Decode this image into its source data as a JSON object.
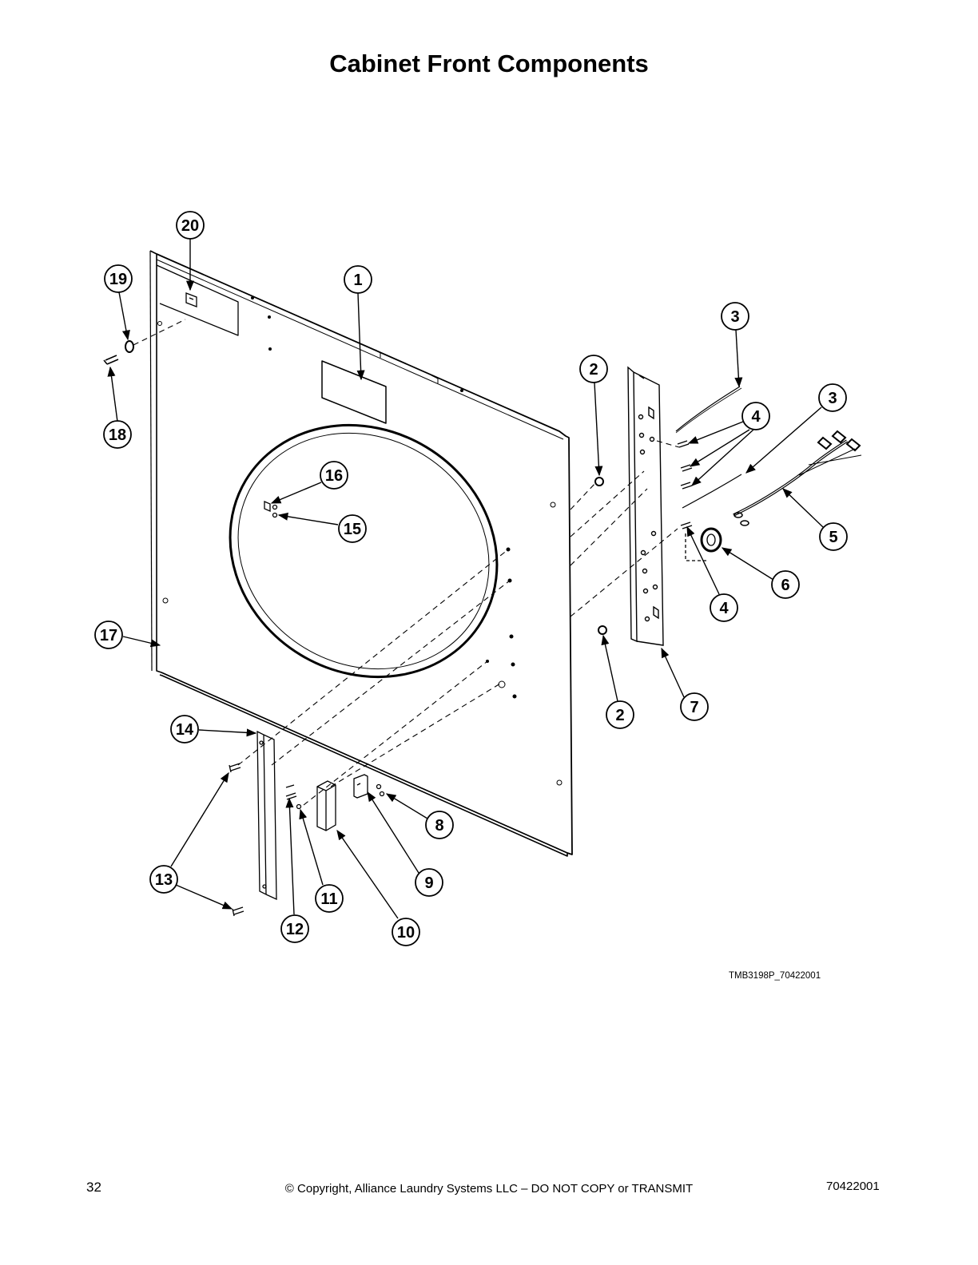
{
  "page": {
    "title": "Cabinet Front Components",
    "drawing_id": "TMB3198P_70422001",
    "page_number": "32",
    "copyright": "© Copyright, Alliance Laundry Systems LLC – DO NOT COPY or TRANSMIT",
    "document_number": "70422001"
  },
  "callouts": [
    {
      "id": "c20",
      "label": "20"
    },
    {
      "id": "c19",
      "label": "19"
    },
    {
      "id": "c18",
      "label": "18"
    },
    {
      "id": "c1",
      "label": "1"
    },
    {
      "id": "c3a",
      "label": "3"
    },
    {
      "id": "c2a",
      "label": "2"
    },
    {
      "id": "c4a",
      "label": "4"
    },
    {
      "id": "c3b",
      "label": "3"
    },
    {
      "id": "c16",
      "label": "16"
    },
    {
      "id": "c15",
      "label": "15"
    },
    {
      "id": "c5",
      "label": "5"
    },
    {
      "id": "c6",
      "label": "6"
    },
    {
      "id": "c4b",
      "label": "4"
    },
    {
      "id": "c17",
      "label": "17"
    },
    {
      "id": "c2b",
      "label": "2"
    },
    {
      "id": "c7",
      "label": "7"
    },
    {
      "id": "c14",
      "label": "14"
    },
    {
      "id": "c8",
      "label": "8"
    },
    {
      "id": "c9",
      "label": "9"
    },
    {
      "id": "c13",
      "label": "13"
    },
    {
      "id": "c11",
      "label": "11"
    },
    {
      "id": "c12",
      "label": "12"
    },
    {
      "id": "c10",
      "label": "10"
    }
  ]
}
